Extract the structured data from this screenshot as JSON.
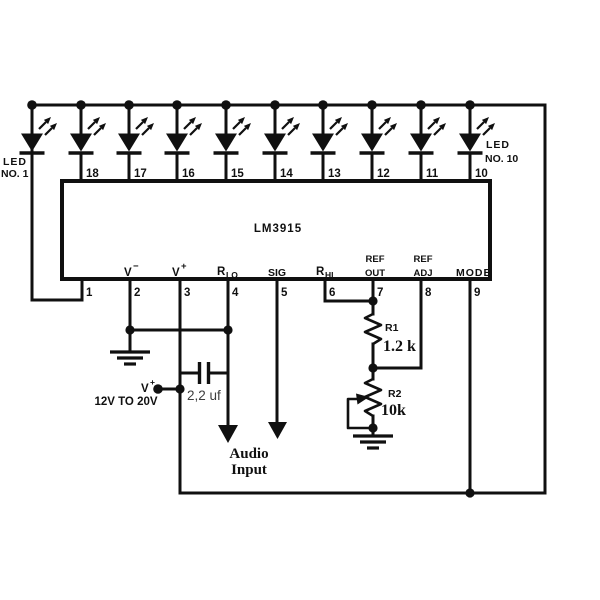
{
  "schematic": {
    "ic_name": "LM3915",
    "top_pins": [
      "18",
      "17",
      "16",
      "15",
      "14",
      "13",
      "12",
      "11",
      "10"
    ],
    "bottom_pins": [
      "1",
      "2",
      "3",
      "4",
      "5",
      "6",
      "7",
      "8",
      "9"
    ],
    "labels": {
      "led1_line1": "LED",
      "led1_line2": "NO. 1",
      "led10_line1": "LED",
      "led10_line2": "NO. 10",
      "vminus_base": "V",
      "vminus_sup": "−",
      "vplus_base": "V",
      "vplus_sup": "+",
      "rlo_base": "R",
      "rlo_sub": "LO",
      "sig": "SIG",
      "rhi_base": "R",
      "rhi_sub": "HI",
      "refout_line1": "REF",
      "refout_line2": "OUT",
      "refadj_line1": "REF",
      "refadj_line2": "ADJ",
      "mode": "MODE"
    },
    "supply": {
      "v_base": "V",
      "v_sup": "+",
      "range": "12V TO 20V"
    },
    "capacitor_value": "2,2 uf",
    "r1": {
      "ref": "R1",
      "value": "1.2 k"
    },
    "r2": {
      "ref": "R2",
      "value": "10k"
    },
    "audio_line1": "Audio",
    "audio_line2": "Input"
  },
  "colors": {
    "ink": "#101010",
    "background": "#ffffff",
    "value_ink": "#3d3d3d"
  }
}
